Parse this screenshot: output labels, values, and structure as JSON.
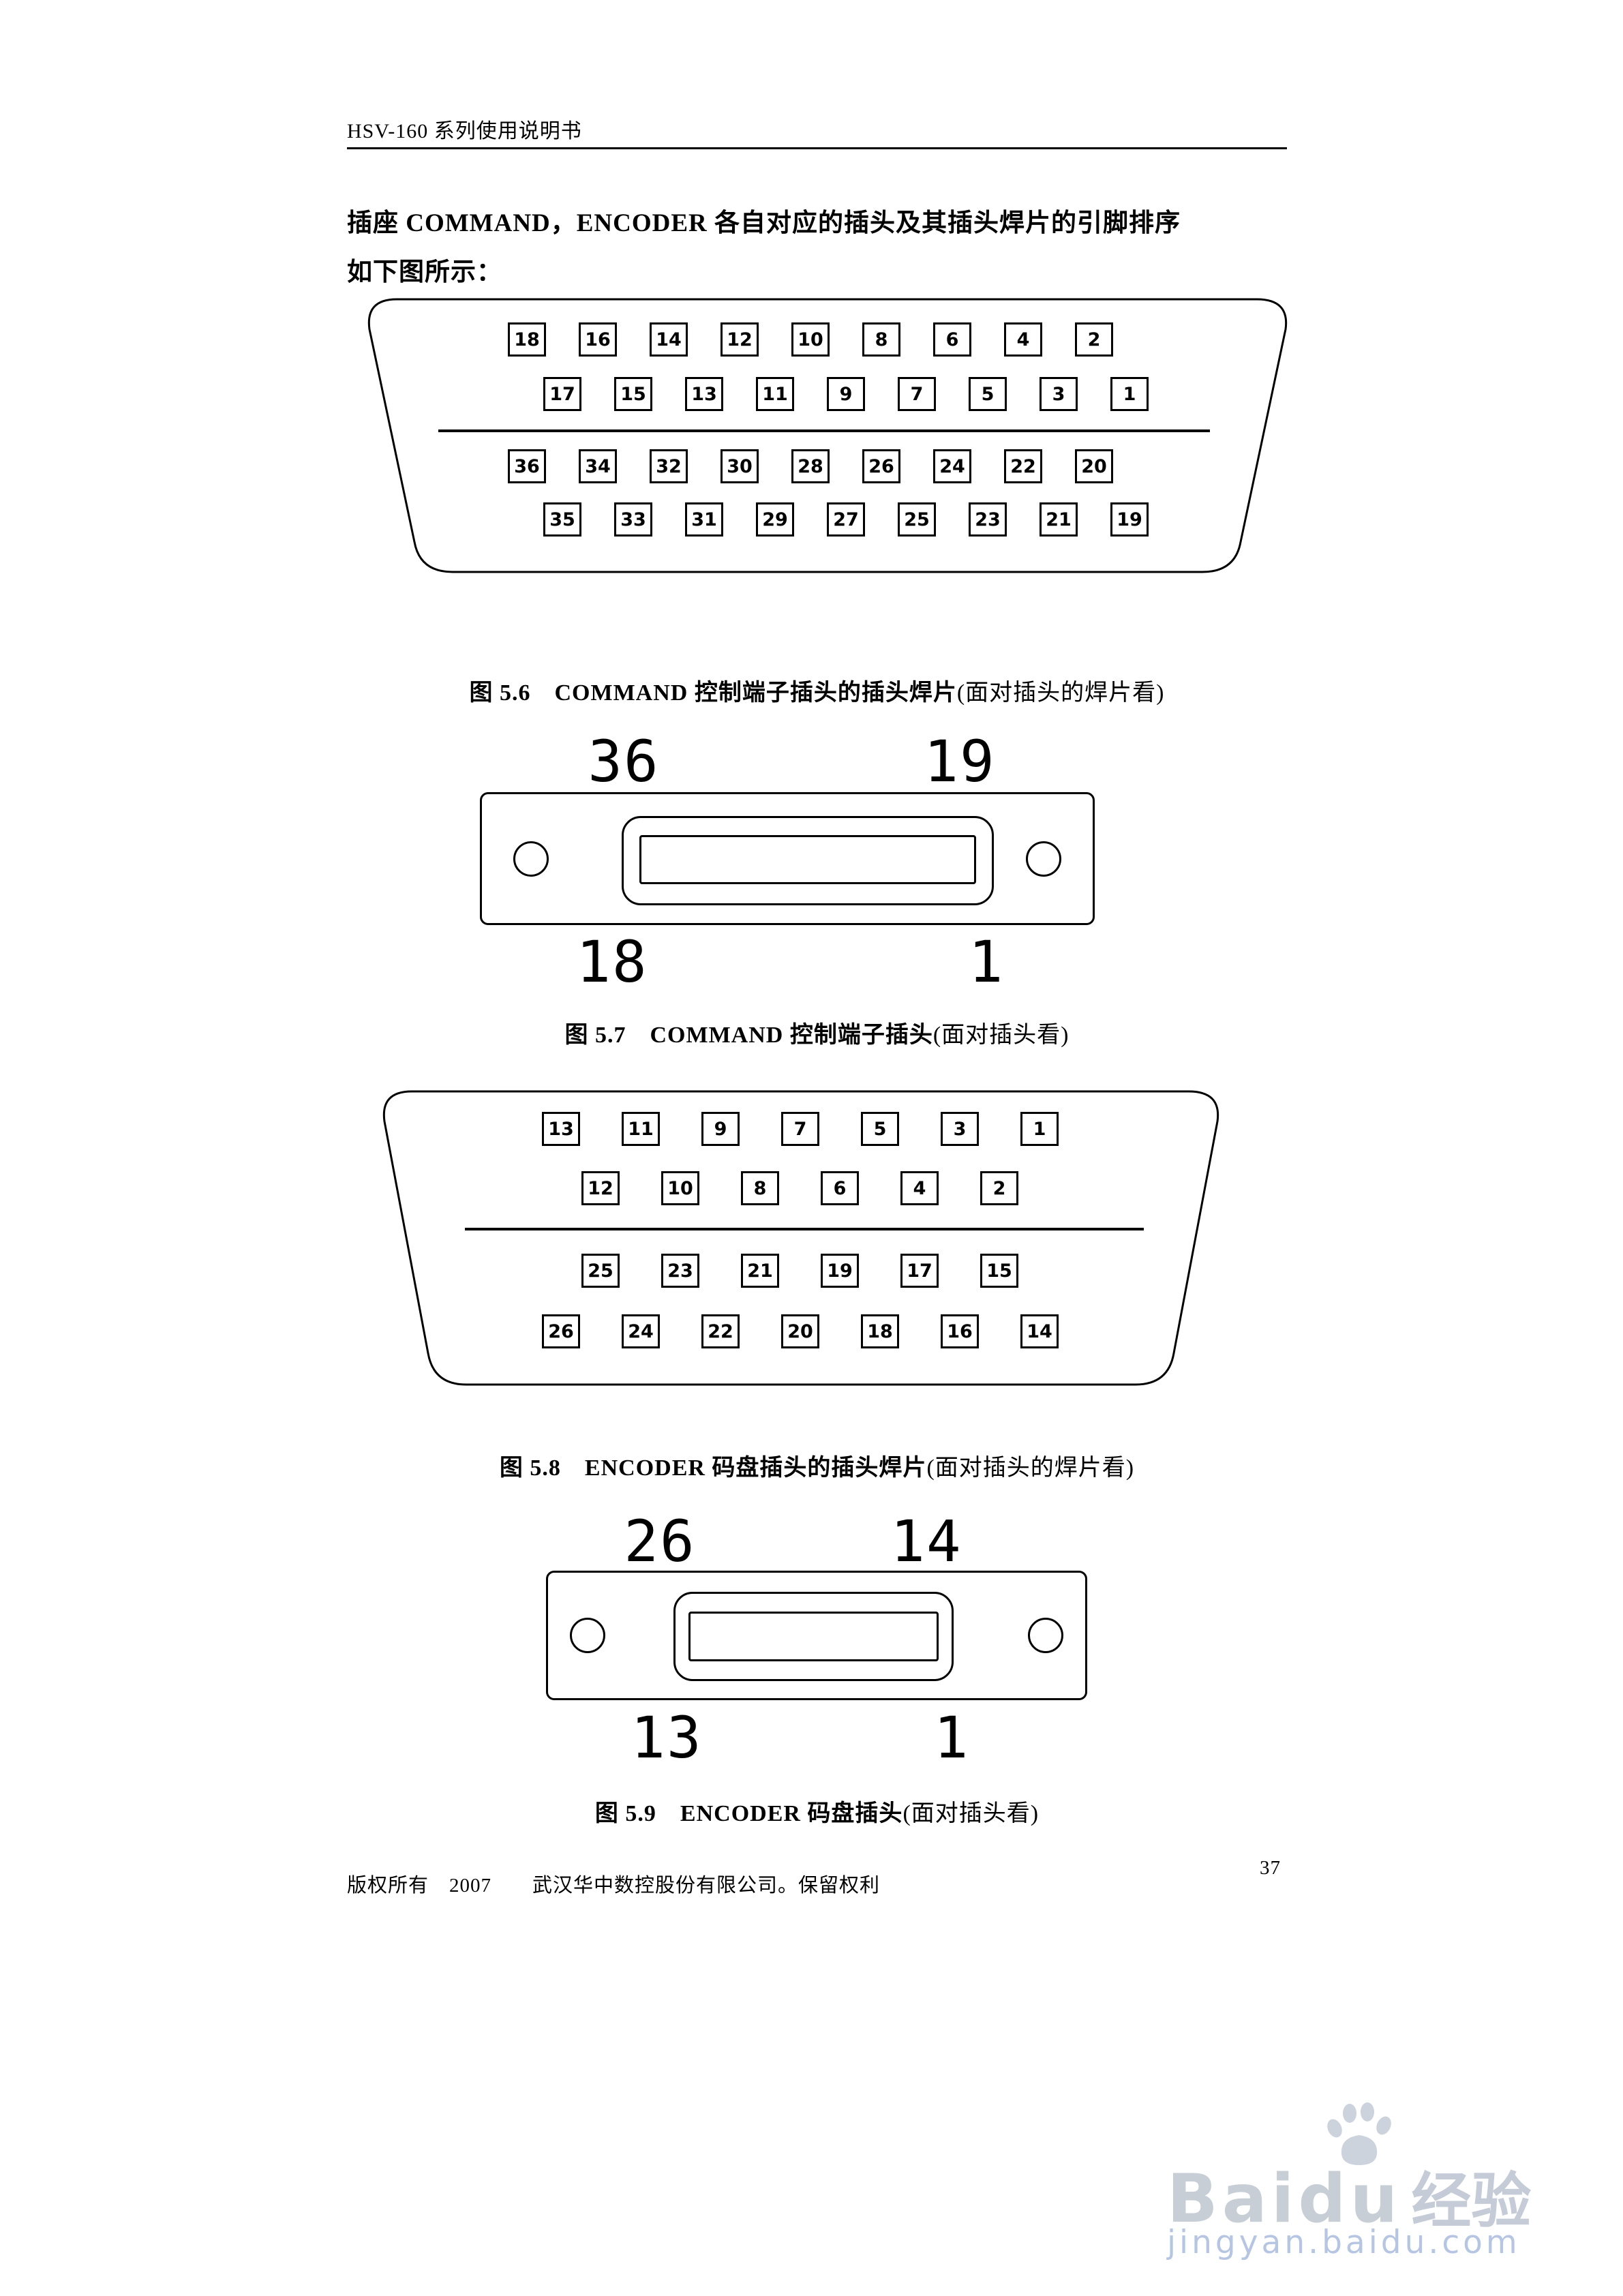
{
  "page": {
    "header": "HSV-160 系列使用说明书",
    "intro_line1": "插座 COMMAND，ENCODER 各自对应的插头及其插头焊片的引脚排序",
    "intro_line2": "如下图所示：",
    "footer_left": "版权所有　2007　　武汉华中数控股份有限公司。保留权利",
    "page_number": "37"
  },
  "figures": {
    "fig56": {
      "caption_bold": "图 5.6　COMMAND 控制端子插头的插头焊片",
      "caption_normal": "(面对插头的焊片看)",
      "rows": [
        [
          "18",
          "16",
          "14",
          "12",
          "10",
          "8",
          "6",
          "4",
          "2"
        ],
        [
          "17",
          "15",
          "13",
          "11",
          "9",
          "7",
          "5",
          "3",
          "1"
        ],
        [
          "36",
          "34",
          "32",
          "30",
          "28",
          "26",
          "24",
          "22",
          "20"
        ],
        [
          "35",
          "33",
          "31",
          "29",
          "27",
          "25",
          "23",
          "21",
          "19"
        ]
      ]
    },
    "fig57": {
      "caption_bold": "图 5.7　COMMAND 控制端子插头",
      "caption_normal": "(面对插头看)",
      "corner_labels": {
        "top_left": "36",
        "top_right": "19",
        "bottom_left": "18",
        "bottom_right": "1"
      }
    },
    "fig58": {
      "caption_bold": "图 5.8　ENCODER 码盘插头的插头焊片",
      "caption_normal": "(面对插头的焊片看)",
      "rows": [
        [
          "13",
          "11",
          "9",
          "7",
          "5",
          "3",
          "1"
        ],
        [
          "12",
          "10",
          "8",
          "6",
          "4",
          "2"
        ],
        [
          "25",
          "23",
          "21",
          "19",
          "17",
          "15"
        ],
        [
          "26",
          "24",
          "22",
          "20",
          "18",
          "16",
          "14"
        ]
      ]
    },
    "fig59": {
      "caption_bold": "图 5.9　ENCODER 码盘插头",
      "caption_normal": "(面对插头看)",
      "corner_labels": {
        "top_left": "26",
        "top_right": "14",
        "bottom_left": "13",
        "bottom_right": "1"
      }
    }
  },
  "watermark": {
    "brand": "Baidu",
    "brand_suffix": "经验",
    "url": "jingyan.baidu.com",
    "gray": "#c8ced6",
    "blue": "#b6c6e2"
  }
}
